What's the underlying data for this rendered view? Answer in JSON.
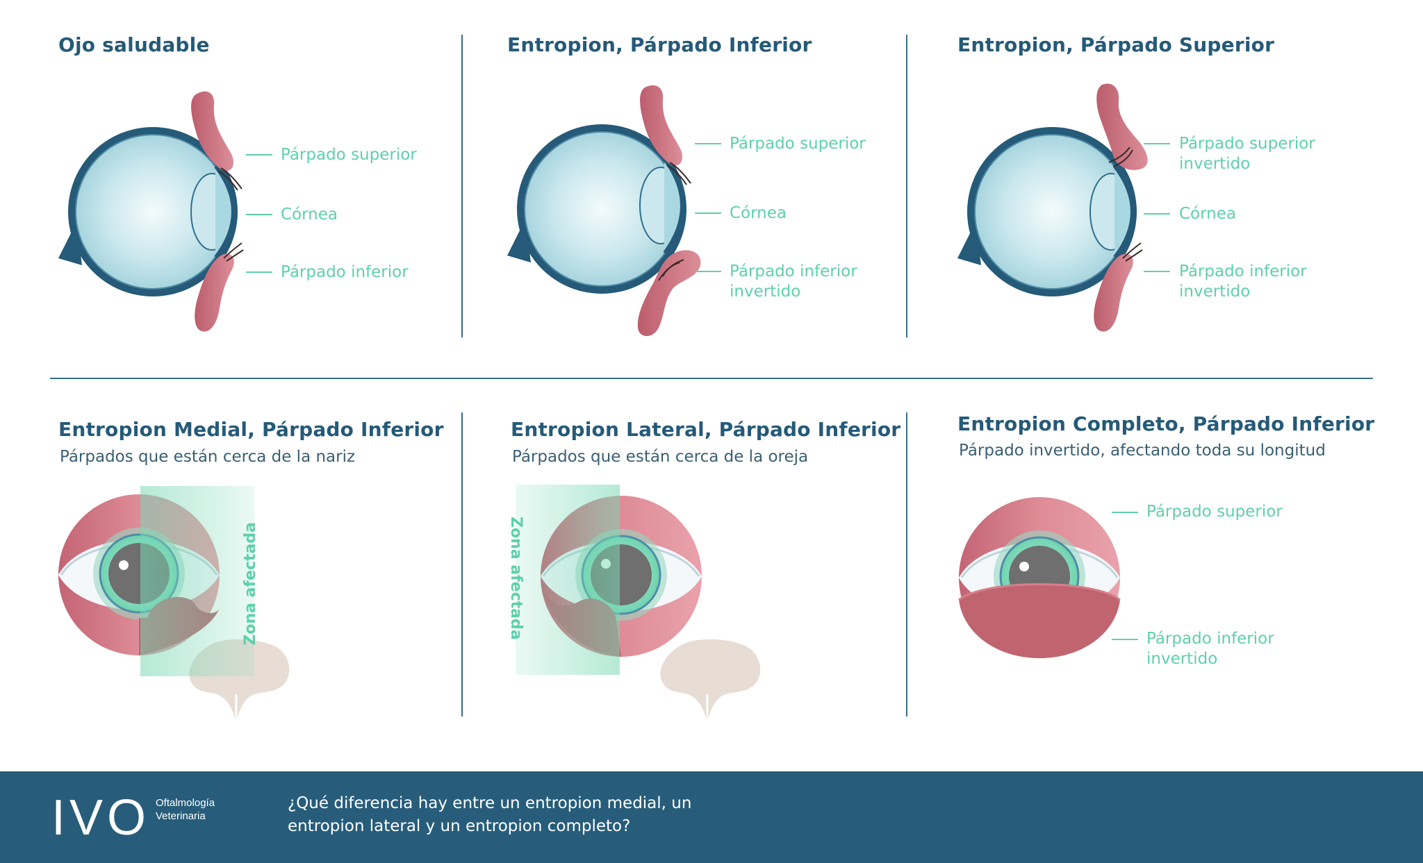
{
  "panels": {
    "healthy": {
      "title": "Ojo saludable",
      "labels": {
        "upper": "Párpado superior",
        "cornea": "Córnea",
        "lower": "Párpado inferior"
      }
    },
    "lower_entropion": {
      "title": "Entropion, Párpado Inferior",
      "labels": {
        "upper": "Párpado superior",
        "cornea": "Córnea",
        "lower_1": "Párpado inferior",
        "lower_2": "invertido"
      }
    },
    "upper_entropion": {
      "title": "Entropion, Párpado Superior",
      "labels": {
        "upper_1": "Párpado superior",
        "upper_2": "invertido",
        "cornea": "Córnea",
        "lower_1": "Párpado inferior",
        "lower_2": "invertido"
      }
    },
    "medial": {
      "title": "Entropion Medial, Párpado Inferior",
      "subtitle": "Párpados que están cerca de la nariz",
      "zone": "Zona afectada"
    },
    "lateral": {
      "title": "Entropion Lateral, Párpado Inferior",
      "subtitle": "Párpados que están cerca de la oreja",
      "zone": "Zona afectada"
    },
    "complete": {
      "title": "Entropion Completo, Párpado Inferior",
      "subtitle": "Párpado invertido, afectando toda su longitud",
      "labels": {
        "upper": "Párpado superior",
        "lower_1": "Párpado inferior",
        "lower_2": "invertido"
      }
    }
  },
  "footer": {
    "logo": "IVO",
    "logo_sub_1": "Oftalmología",
    "logo_sub_2": "Veterinaria",
    "question_1": "¿Qué diferencia hay entre un entropion medial, un",
    "question_2": "entropion lateral y un entropion completo?"
  },
  "colors": {
    "title": "#255a78",
    "label": "#5ed0ab",
    "eyelid": "#c9707e",
    "globe_outline": "#255a78",
    "globe_fill": "#bfe3ea",
    "footer_bg": "#275d7a",
    "zone": "#6fd6b0",
    "nose": "#e7ddd5"
  }
}
